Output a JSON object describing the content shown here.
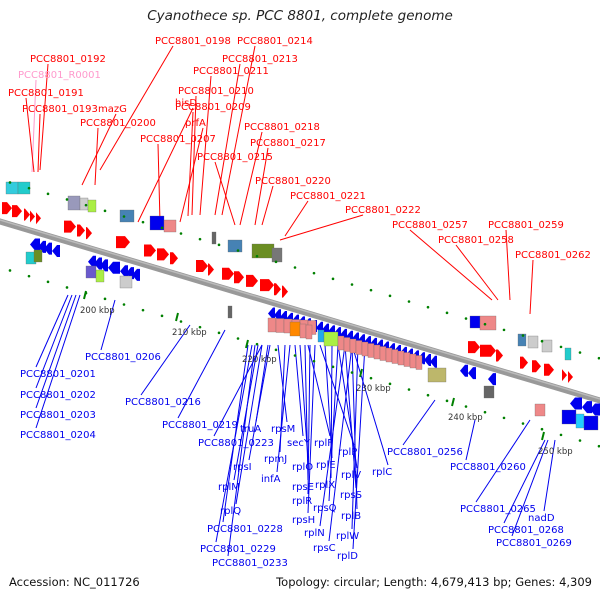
{
  "title": "Cyanothece sp. PCC 8801, complete genome",
  "footer": {
    "accession": "Accession: NC_011726",
    "summary": "Topology: circular; Length: 4,679,413 bp; Genes: 4,309"
  },
  "colors": {
    "forward": "#ff0000",
    "reverse": "#0000ee",
    "rna": "#ff99cc",
    "backbone": "#888888",
    "tick_mark": "#008000"
  },
  "scale_ticks": [
    {
      "kbp": 200,
      "label": "200 kbp"
    },
    {
      "kbp": 210,
      "label": "210 kbp"
    },
    {
      "kbp": 220,
      "label": "220 kbp"
    },
    {
      "kbp": 230,
      "label": "230 kbp"
    },
    {
      "kbp": 240,
      "label": "240 kbp"
    },
    {
      "kbp": 250,
      "label": "250 kbp"
    }
  ],
  "forward_labels": [
    {
      "text": "PCC8801_0198",
      "strand": "forward"
    },
    {
      "text": "PCC8801_0192",
      "strand": "forward"
    },
    {
      "text": "PCC8801_R0001",
      "strand": "rna"
    },
    {
      "text": "PCC8801_0191",
      "strand": "forward"
    },
    {
      "text": "PCC8801_0193",
      "strand": "forward"
    },
    {
      "text": "mazG",
      "strand": "forward"
    },
    {
      "text": "PCC8801_0200",
      "strand": "forward"
    },
    {
      "text": "hisD",
      "strand": "forward"
    },
    {
      "text": "PCC8801_0207",
      "strand": "forward"
    },
    {
      "text": "prfA",
      "strand": "forward"
    },
    {
      "text": "PCC8801_0209",
      "strand": "forward"
    },
    {
      "text": "PCC8801_0210",
      "strand": "forward"
    },
    {
      "text": "PCC8801_0211",
      "strand": "forward"
    },
    {
      "text": "PCC8801_0213",
      "strand": "forward"
    },
    {
      "text": "PCC8801_0214",
      "strand": "forward"
    },
    {
      "text": "PCC8801_0218",
      "strand": "forward"
    },
    {
      "text": "PCC8801_0217",
      "strand": "forward"
    },
    {
      "text": "PCC8801_0215",
      "strand": "forward"
    },
    {
      "text": "PCC8801_0220",
      "strand": "forward"
    },
    {
      "text": "PCC8801_0221",
      "strand": "forward"
    },
    {
      "text": "PCC8801_0222",
      "strand": "forward"
    },
    {
      "text": "PCC8801_0257",
      "strand": "forward"
    },
    {
      "text": "PCC8801_0258",
      "strand": "forward"
    },
    {
      "text": "PCC8801_0259",
      "strand": "forward"
    },
    {
      "text": "PCC8801_0262",
      "strand": "forward"
    }
  ],
  "reverse_labels": [
    {
      "text": "PCC8801_0206"
    },
    {
      "text": "PCC8801_0201"
    },
    {
      "text": "PCC8801_0202"
    },
    {
      "text": "PCC8801_0203"
    },
    {
      "text": "PCC8801_0204"
    },
    {
      "text": "PCC8801_0216"
    },
    {
      "text": "PCC8801_0219"
    },
    {
      "text": "truA"
    },
    {
      "text": "rpsM"
    },
    {
      "text": "PCC8801_0223"
    },
    {
      "text": "rpmJ"
    },
    {
      "text": "secY"
    },
    {
      "text": "rplF"
    },
    {
      "text": "rplO"
    },
    {
      "text": "rplP"
    },
    {
      "text": "rpsI"
    },
    {
      "text": "infA"
    },
    {
      "text": "rplE"
    },
    {
      "text": "rpsE"
    },
    {
      "text": "rplV"
    },
    {
      "text": "rplC"
    },
    {
      "text": "rplM"
    },
    {
      "text": "rplX"
    },
    {
      "text": "rpsS"
    },
    {
      "text": "rplR"
    },
    {
      "text": "rpsQ"
    },
    {
      "text": "rplQ"
    },
    {
      "text": "rplB"
    },
    {
      "text": "rpsH"
    },
    {
      "text": "PCC8801_0228"
    },
    {
      "text": "rplN"
    },
    {
      "text": "rplW"
    },
    {
      "text": "rpsC"
    },
    {
      "text": "PCC8801_0229"
    },
    {
      "text": "rplD"
    },
    {
      "text": "PCC8801_0233"
    },
    {
      "text": "PCC8801_0256"
    },
    {
      "text": "PCC8801_0260"
    },
    {
      "text": "PCC8801_0265"
    },
    {
      "text": "nadD"
    },
    {
      "text": "PCC8801_0268"
    },
    {
      "text": "PCC8801_0269"
    }
  ]
}
